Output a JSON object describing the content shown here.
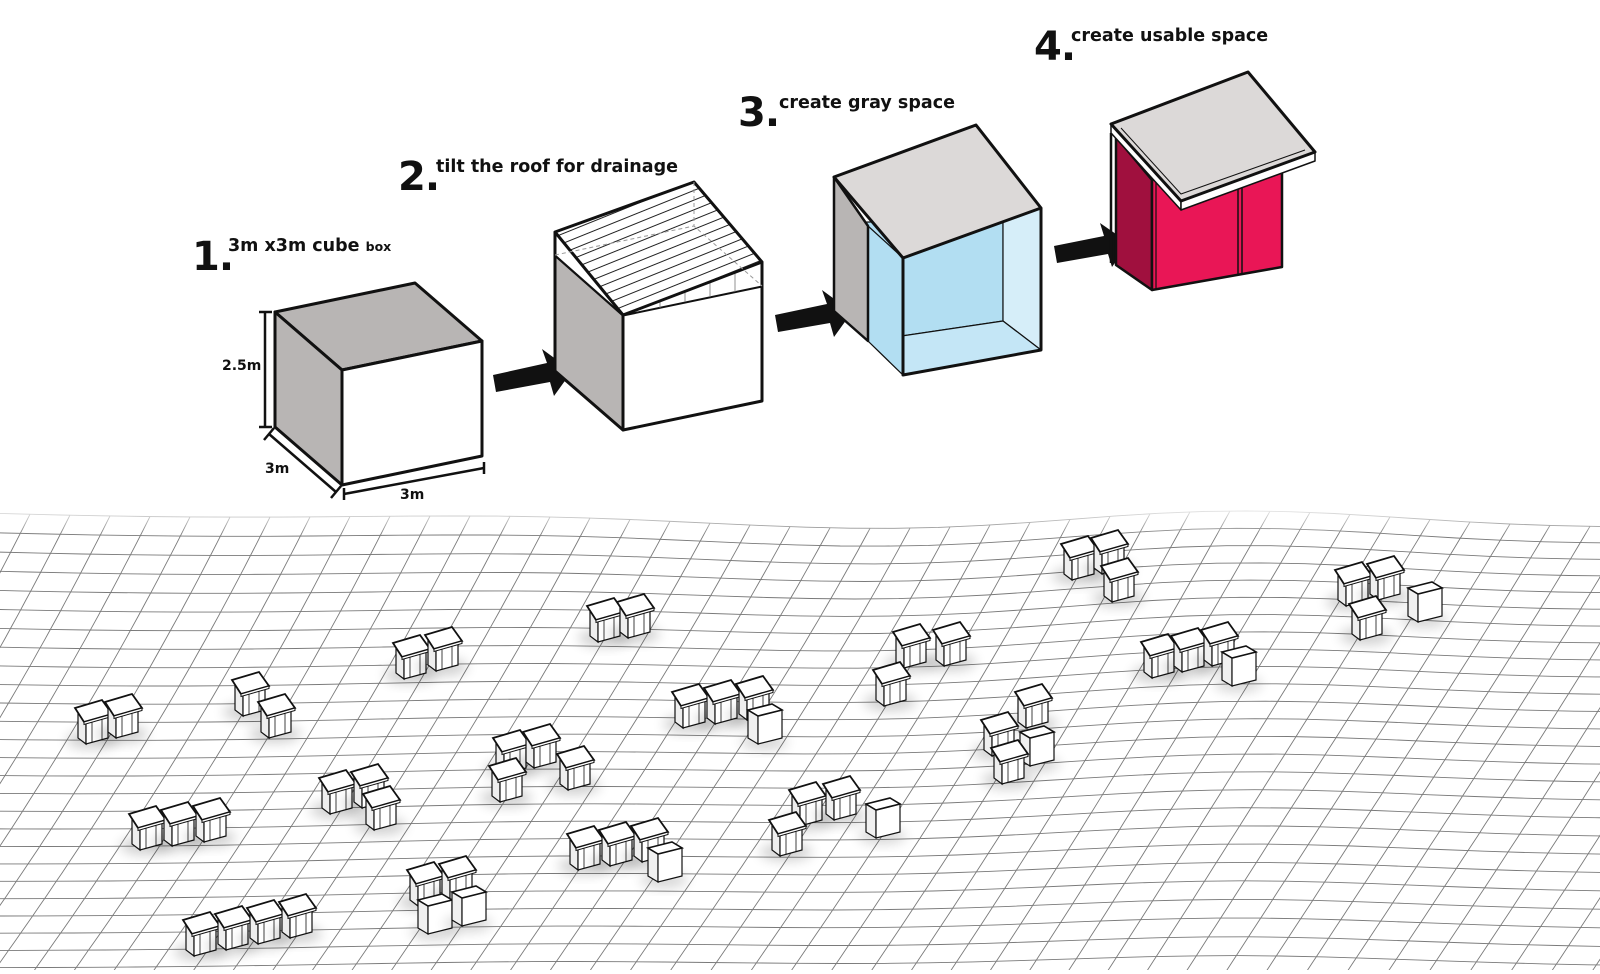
{
  "steps": [
    {
      "number": "1.",
      "caption_main": "3m x3m cube",
      "caption_small": "box"
    },
    {
      "number": "2.",
      "caption_main": "tilt the roof for drainage"
    },
    {
      "number": "3.",
      "caption_main": "create gray space"
    },
    {
      "number": "4.",
      "caption_main": "create usable space"
    }
  ],
  "dimensions": {
    "height": "2.5m",
    "depth": "3m",
    "width": "3m"
  },
  "colors": {
    "line": "#111111",
    "side_gray": "#b8b5b4",
    "roof_gray": "#dcd9d8",
    "glass_blue": "#b2def2",
    "glass_blue_light": "#d6eef9",
    "usable_red": "#e91656",
    "usable_red_dark": "#a0103e",
    "grid_line": "#7a7a7a"
  }
}
